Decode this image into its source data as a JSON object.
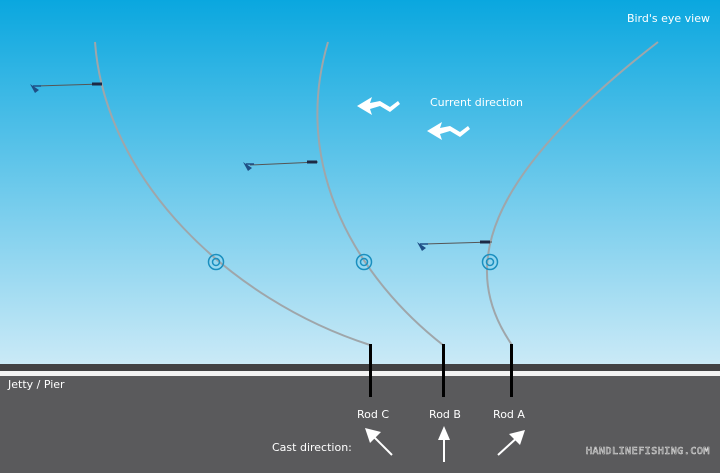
{
  "view_label": "Bird's eye view",
  "current_label": "Current direction",
  "jetty_label": "Jetty / Pier",
  "cast_label": "Cast direction:",
  "rods": [
    {
      "label": "Rod C"
    },
    {
      "label": "Rod B"
    },
    {
      "label": "Rod A"
    }
  ],
  "watermark": "HANDLINEFISHING.COM",
  "colors": {
    "sky_top": "#0aa7df",
    "sky_bottom": "#cbeaf7",
    "jetty": "#5a5a5c",
    "jetty_edge": "#424244",
    "rail": "#f2f2f2",
    "line": "#9fa6aa",
    "float": "#1a8fbf",
    "fish": "#1f4f86",
    "rod": "#000000",
    "text": "#ffffff"
  }
}
